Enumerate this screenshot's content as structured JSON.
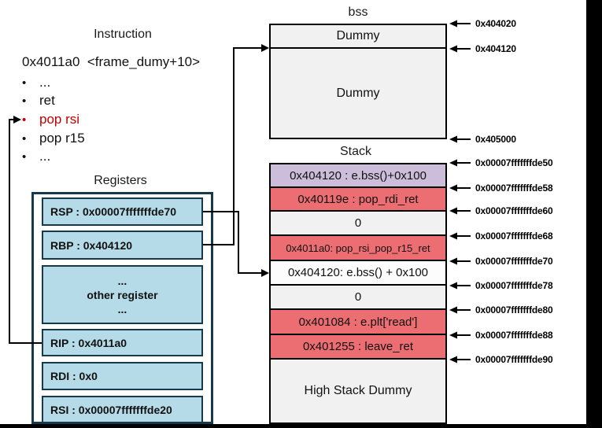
{
  "instruction": {
    "title": "Instruction",
    "address_line": "0x4011a0  <frame_dumy+10>",
    "bullet_glyph": "•",
    "items": [
      {
        "label": "..."
      },
      {
        "label": "ret"
      },
      {
        "label": "pop rsi"
      },
      {
        "label": "pop r15"
      },
      {
        "label": "..."
      }
    ],
    "highlight_item": "pop rsi",
    "highlight_color": "#c00000"
  },
  "registers": {
    "title": "Registers",
    "fill_color": "#b5dbe8",
    "border_color": "#16394b",
    "rows": [
      {
        "label": "RSP : 0x00007fffffffde70"
      },
      {
        "label": "RBP : 0x404120"
      },
      {
        "lines": [
          "...",
          "other register",
          "..."
        ]
      },
      {
        "label": "RIP : 0x4011a0"
      },
      {
        "label": "RDI : 0x0"
      },
      {
        "label": "RSI : 0x00007fffffffde20"
      }
    ]
  },
  "bss": {
    "title": "bss",
    "cells": [
      {
        "label": "Dummy"
      },
      {
        "label": "Dummy"
      }
    ]
  },
  "stack": {
    "title": "Stack",
    "colors": {
      "purple": "#ccbeda",
      "red": "#ed6e72",
      "gray": "#f1f1f1",
      "white": "#fcfcfc"
    },
    "rows": [
      {
        "label": "0x404120 : e.bss()+0x100",
        "type": "purple"
      },
      {
        "label": "0x40119e : pop_rdi_ret",
        "type": "red"
      },
      {
        "label": "0",
        "type": "gray"
      },
      {
        "label": "0x4011a0: pop_rsi_pop_r15_ret",
        "type": "red"
      },
      {
        "label": "0x404120: e.bss() + 0x100",
        "type": "white"
      },
      {
        "label": "0",
        "type": "gray"
      },
      {
        "label": "0x401084 : e.plt['read']",
        "type": "red"
      },
      {
        "label": "0x401255 : leave_ret",
        "type": "red"
      },
      {
        "label": "High Stack Dummy",
        "type": "gray"
      }
    ]
  },
  "memory_addresses": {
    "labels": [
      "0x404020",
      "0x404120",
      "0x405000",
      "0x00007fffffffde50",
      "0x00007fffffffde58",
      "0x00007fffffffde60",
      "0x00007fffffffde68",
      "0x00007fffffffde70",
      "0x00007fffffffde78",
      "0x00007fffffffde80",
      "0x00007fffffffde88",
      "0x00007fffffffde90"
    ]
  },
  "connectors": {
    "rip_to_instruction": "RIP -> pop rsi",
    "rbp_to_bss": "RBP -> bss 0x404120",
    "rsp_to_stack": "RSP -> stack 0x00007fffffffde70"
  }
}
